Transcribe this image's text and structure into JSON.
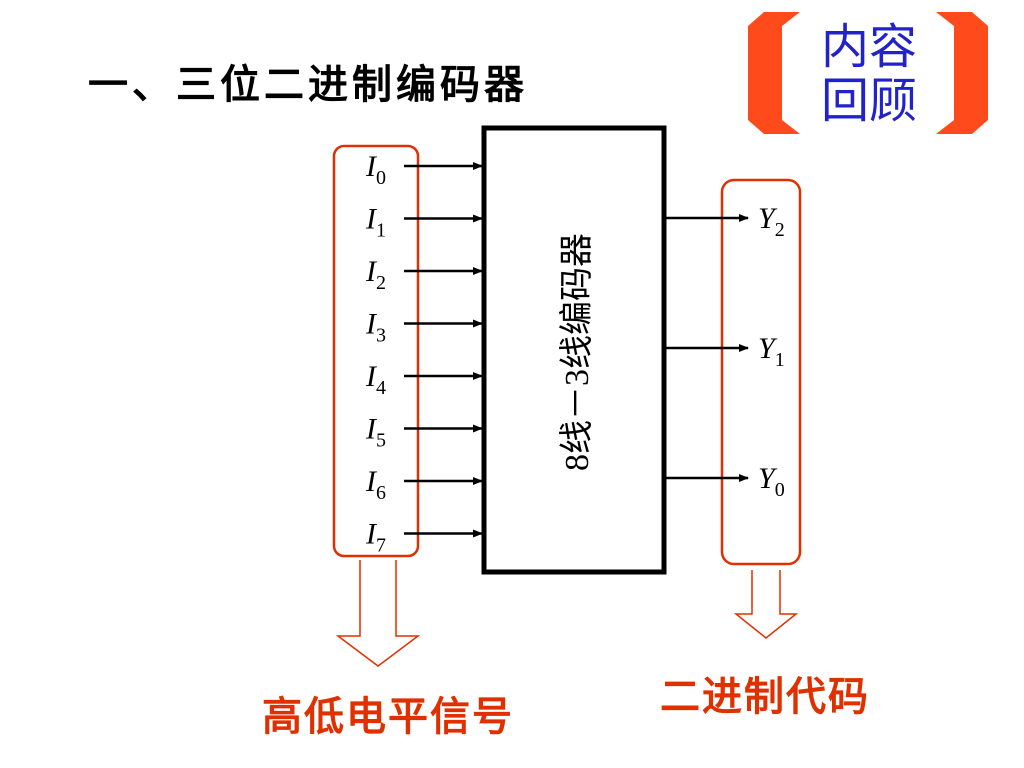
{
  "title": "一、三位二进制编码器",
  "badge": {
    "line1": "内容",
    "line2": "回顾"
  },
  "block_label": "8线－3线编码器",
  "inputs": [
    {
      "base": "I",
      "sub": "0"
    },
    {
      "base": "I",
      "sub": "1"
    },
    {
      "base": "I",
      "sub": "2"
    },
    {
      "base": "I",
      "sub": "3"
    },
    {
      "base": "I",
      "sub": "4"
    },
    {
      "base": "I",
      "sub": "5"
    },
    {
      "base": "I",
      "sub": "6"
    },
    {
      "base": "I",
      "sub": "7"
    }
  ],
  "outputs": [
    {
      "base": "Y",
      "sub": "2"
    },
    {
      "base": "Y",
      "sub": "1"
    },
    {
      "base": "Y",
      "sub": "0"
    }
  ],
  "input_caption": "高低电平信号",
  "output_caption": "二进制代码",
  "colors": {
    "accent": "#e03000",
    "badge_text": "#2222cc",
    "line": "#000000"
  }
}
